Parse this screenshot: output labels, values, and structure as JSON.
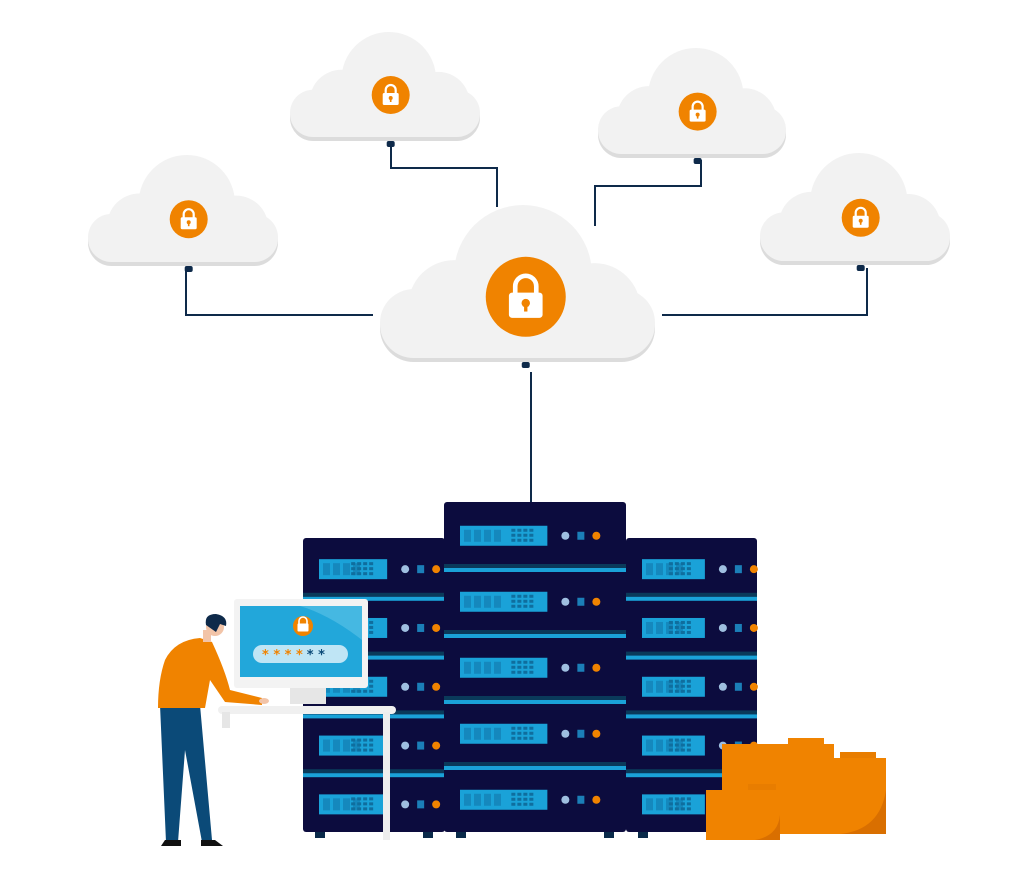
{
  "illustration": {
    "subject": "cloud-security-server",
    "clouds": [
      {
        "id": "center",
        "icon": "lock-icon"
      },
      {
        "id": "top-left",
        "icon": "lock-icon"
      },
      {
        "id": "top-right",
        "icon": "lock-icon"
      },
      {
        "id": "left",
        "icon": "lock-icon"
      },
      {
        "id": "right",
        "icon": "lock-icon"
      }
    ],
    "monitor": {
      "icon": "lock-icon",
      "password_typed": "* * * *",
      "password_remaining": "* *"
    }
  },
  "colors": {
    "accent": "#f08300",
    "server": "#0c0c3e",
    "server_stripe": "#1aa2d8",
    "cloud": "#f2f2f2",
    "cloud_shadow": "#dcdcdc",
    "line": "#0e2a4a",
    "pants": "#0b4a78"
  }
}
